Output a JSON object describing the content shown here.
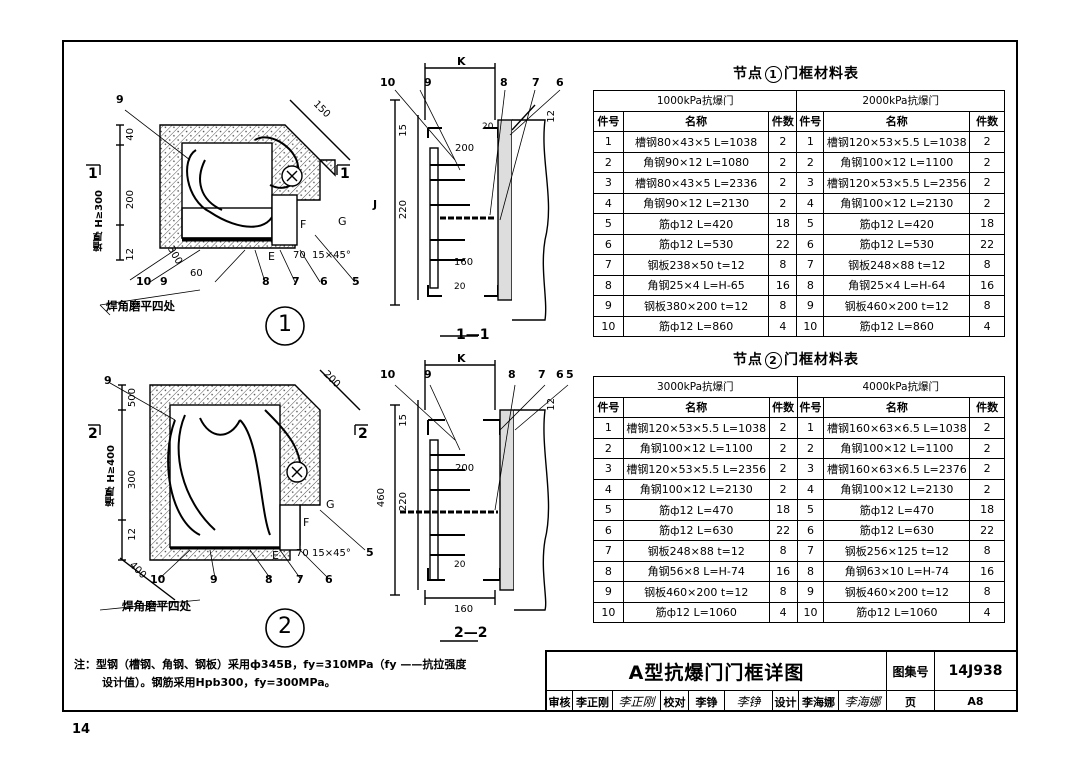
{
  "page_number": "14",
  "table1": {
    "title_prefix": "节点",
    "title_circle": "1",
    "title_suffix": "门框材料表",
    "group_left": "1000kPa抗爆门",
    "group_right": "2000kPa抗爆门",
    "headers": [
      "件号",
      "名称",
      "件数",
      "件号",
      "名称",
      "件数"
    ],
    "rows": [
      [
        "1",
        "槽钢80×43×5 L=1038",
        "2",
        "1",
        "槽钢120×53×5.5 L=1038",
        "2"
      ],
      [
        "2",
        "角钢90×12 L=1080",
        "2",
        "2",
        "角钢100×12 L=1100",
        "2"
      ],
      [
        "3",
        "槽钢80×43×5 L=2336",
        "2",
        "3",
        "槽钢120×53×5.5 L=2356",
        "2"
      ],
      [
        "4",
        "角钢90×12 L=2130",
        "2",
        "4",
        "角钢100×12 L=2130",
        "2"
      ],
      [
        "5",
        "筋ф12 L=420",
        "18",
        "5",
        "筋ф12 L=420",
        "18"
      ],
      [
        "6",
        "筋ф12 L=530",
        "22",
        "6",
        "筋ф12 L=530",
        "22"
      ],
      [
        "7",
        "钢板238×50 t=12",
        "8",
        "7",
        "钢板248×88 t=12",
        "8"
      ],
      [
        "8",
        "角钢25×4 L=H-65",
        "16",
        "8",
        "角钢25×4 L=H-64",
        "16"
      ],
      [
        "9",
        "钢板380×200 t=12",
        "8",
        "9",
        "钢板460×200 t=12",
        "8"
      ],
      [
        "10",
        "筋ф12 L=860",
        "4",
        "10",
        "筋ф12 L=860",
        "4"
      ]
    ]
  },
  "table2": {
    "title_prefix": "节点",
    "title_circle": "2",
    "title_suffix": "门框材料表",
    "group_left": "3000kPa抗爆门",
    "group_right": "4000kPa抗爆门",
    "headers": [
      "件号",
      "名称",
      "件数",
      "件号",
      "名称",
      "件数"
    ],
    "rows": [
      [
        "1",
        "槽钢120×53×5.5 L=1038",
        "2",
        "1",
        "槽钢160×63×6.5 L=1038",
        "2"
      ],
      [
        "2",
        "角钢100×12 L=1100",
        "2",
        "2",
        "角钢100×12 L=1100",
        "2"
      ],
      [
        "3",
        "槽钢120×53×5.5 L=2356",
        "2",
        "3",
        "槽钢160×63×6.5 L=2376",
        "2"
      ],
      [
        "4",
        "角钢100×12 L=2130",
        "2",
        "4",
        "角钢100×12 L=2130",
        "2"
      ],
      [
        "5",
        "筋ф12 L=470",
        "18",
        "5",
        "筋ф12 L=470",
        "18"
      ],
      [
        "6",
        "筋ф12 L=630",
        "22",
        "6",
        "筋ф12 L=630",
        "22"
      ],
      [
        "7",
        "钢板248×88 t=12",
        "8",
        "7",
        "钢板256×125 t=12",
        "8"
      ],
      [
        "8",
        "角钢56×8 L=H-74",
        "16",
        "8",
        "角钢63×10 L=H-74",
        "16"
      ],
      [
        "9",
        "钢板460×200 t=12",
        "8",
        "9",
        "钢板460×200 t=12",
        "8"
      ],
      [
        "10",
        "筋ф12 L=1060",
        "4",
        "10",
        "筋ф12 L=1060",
        "4"
      ]
    ]
  },
  "note": {
    "line1": "注：型钢（槽钢、角钢、钢板）采用ф345B，fy=310MPa（fy ——抗拉强度",
    "line2": "设计值）。钢筋采用Hpb300，fy=300MPa。"
  },
  "title_block": {
    "title": "A型抗爆门门框详图",
    "atlas_label": "图集号",
    "atlas_value": "14J938",
    "review_label": "审核",
    "review_name": "李正刚",
    "review_sig": "李正刚",
    "check_label": "校对",
    "check_name": "李铮",
    "check_sig": "李铮",
    "design_label": "设计",
    "design_name": "李海娜",
    "design_sig": "李海娜",
    "page_label": "页",
    "page_value": "A8"
  },
  "detail1": {
    "circle": "1",
    "weld_note": "焊角磨平四处",
    "section_label": "1",
    "wall_label": "墙厚 H≥300",
    "dims": [
      "40",
      "200",
      "12",
      "60",
      "300",
      "150",
      "70",
      "15×45°"
    ],
    "callouts": [
      "9",
      "10",
      "9",
      "8",
      "7",
      "6",
      "5",
      "E",
      "F",
      "G"
    ]
  },
  "detail2": {
    "circle": "2",
    "weld_note": "焊角磨平四处",
    "section_label": "2",
    "wall_label": "墙厚 H≥400",
    "dims": [
      "500",
      "300",
      "12",
      "400",
      "200",
      "70",
      "15×45°"
    ],
    "callouts": [
      "9",
      "10",
      "9",
      "8",
      "7",
      "6",
      "5",
      "E",
      "F",
      "G"
    ]
  },
  "section1": {
    "label": "1—1",
    "dims": [
      "K",
      "15",
      "200",
      "220",
      "160",
      "20",
      "20",
      "12",
      "J"
    ],
    "callouts": [
      "10",
      "9",
      "8",
      "7",
      "6"
    ]
  },
  "section2": {
    "label": "2—2",
    "dims": [
      "K",
      "15",
      "200",
      "220",
      "460",
      "20",
      "160",
      "12"
    ],
    "callouts": [
      "10",
      "9",
      "8",
      "7",
      "6",
      "5"
    ]
  }
}
